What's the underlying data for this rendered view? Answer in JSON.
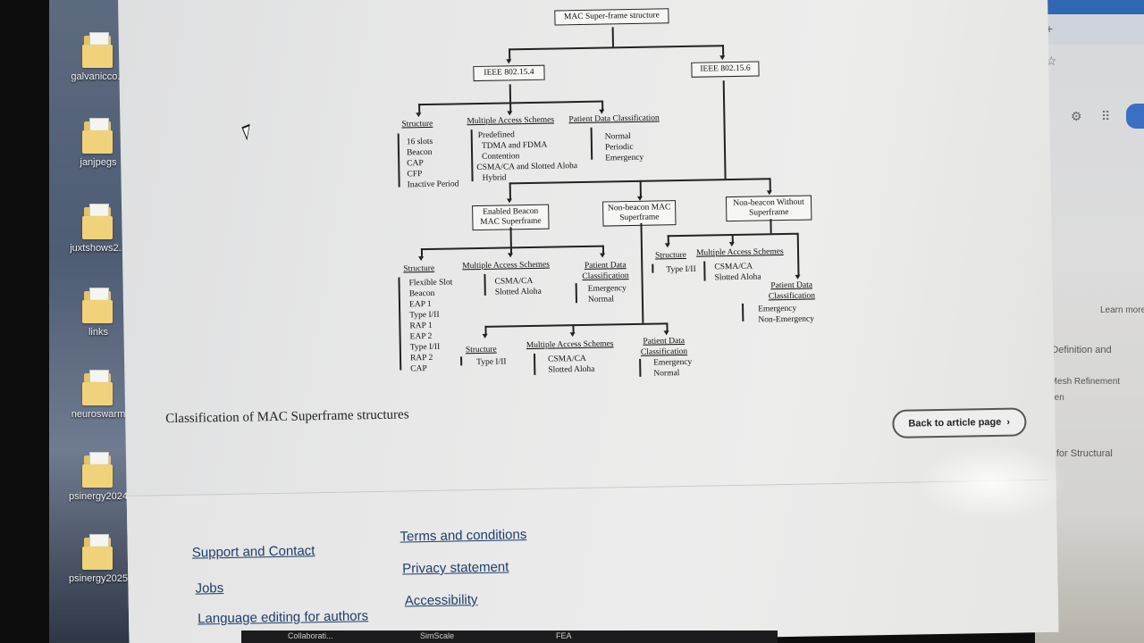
{
  "desktop": {
    "icons": [
      {
        "label": "galvanicco..."
      },
      {
        "label": "janjpegs"
      },
      {
        "label": "juxtshows2..."
      },
      {
        "label": "links"
      },
      {
        "label": "neuroswarm"
      },
      {
        "label": "psinergy2024"
      },
      {
        "label": "psinergy2025"
      }
    ]
  },
  "figure": {
    "root": "MAC Super-frame structure",
    "ieee1": "IEEE 802.15.4",
    "ieee2": "IEEE 802.15.6",
    "g1": {
      "structure": "Structure",
      "structure_items": [
        "16 slots",
        "Beacon",
        "CAP",
        "CFP",
        "Inactive Period"
      ],
      "mas": "Multiple Access Schemes",
      "mas_items": [
        "Predefined",
        "TDMA and FDMA",
        "Contention",
        "CSMA/CA and Slotted Aloha",
        "Hybrid"
      ],
      "pdc": "Patient Data Classification",
      "pdc_items": [
        "Normal",
        "Periodic",
        "Emergency"
      ]
    },
    "b1": "Enabled Beacon MAC Superframe",
    "b2": "Non-beacon MAC Superframe",
    "b3": "Non-beacon Without Superframe",
    "g2": {
      "structure": "Structure",
      "structure_items": [
        "Flexible Slot",
        "Beacon",
        "EAP 1",
        "Type I/II",
        "RAP 1",
        "EAP 2",
        "Type I/II",
        "RAP 2",
        "CAP"
      ],
      "mas": "Multiple Access Schemes",
      "mas_items": [
        "CSMA/CA",
        "Slotted Aloha"
      ],
      "pdc": "Patient Data Classification",
      "pdc_items": [
        "Emergency",
        "Normal"
      ]
    },
    "g3": {
      "structure": "Structure",
      "structure_items": [
        "Type I/II"
      ],
      "mas": "Multiple Access Schemes",
      "mas_items": [
        "CSMA/CA",
        "Slotted Aloha"
      ],
      "pdc": "Patient Data Classification",
      "pdc_items": [
        "Emergency",
        "Normal"
      ]
    },
    "g4": {
      "structure": "Structure",
      "structure_items": [
        "Type I/II"
      ],
      "mas": "Multiple Access Schemes",
      "mas_items": [
        "CSMA/CA",
        "Slotted Aloha"
      ],
      "pdc": "Patient Data Classification",
      "pdc_items": [
        "Emergency",
        "Non-Emergency"
      ]
    }
  },
  "caption": "Classification of MAC Superframe structures",
  "back_button": "Back to article page",
  "footer": {
    "col1": [
      "Support and Contact",
      "Jobs",
      "Language editing for authors"
    ],
    "col2": [
      "Terms and conditions",
      "Privacy statement",
      "Accessibility"
    ]
  },
  "side_panel": {
    "learn_more": "Learn more",
    "items": [
      "ent Definition and",
      "ent Mesh Refinement",
      "elemen",
      "hing for Structural"
    ]
  },
  "taskbar": {
    "items": [
      "Collaborati...",
      "SimScale",
      "FEA"
    ]
  }
}
